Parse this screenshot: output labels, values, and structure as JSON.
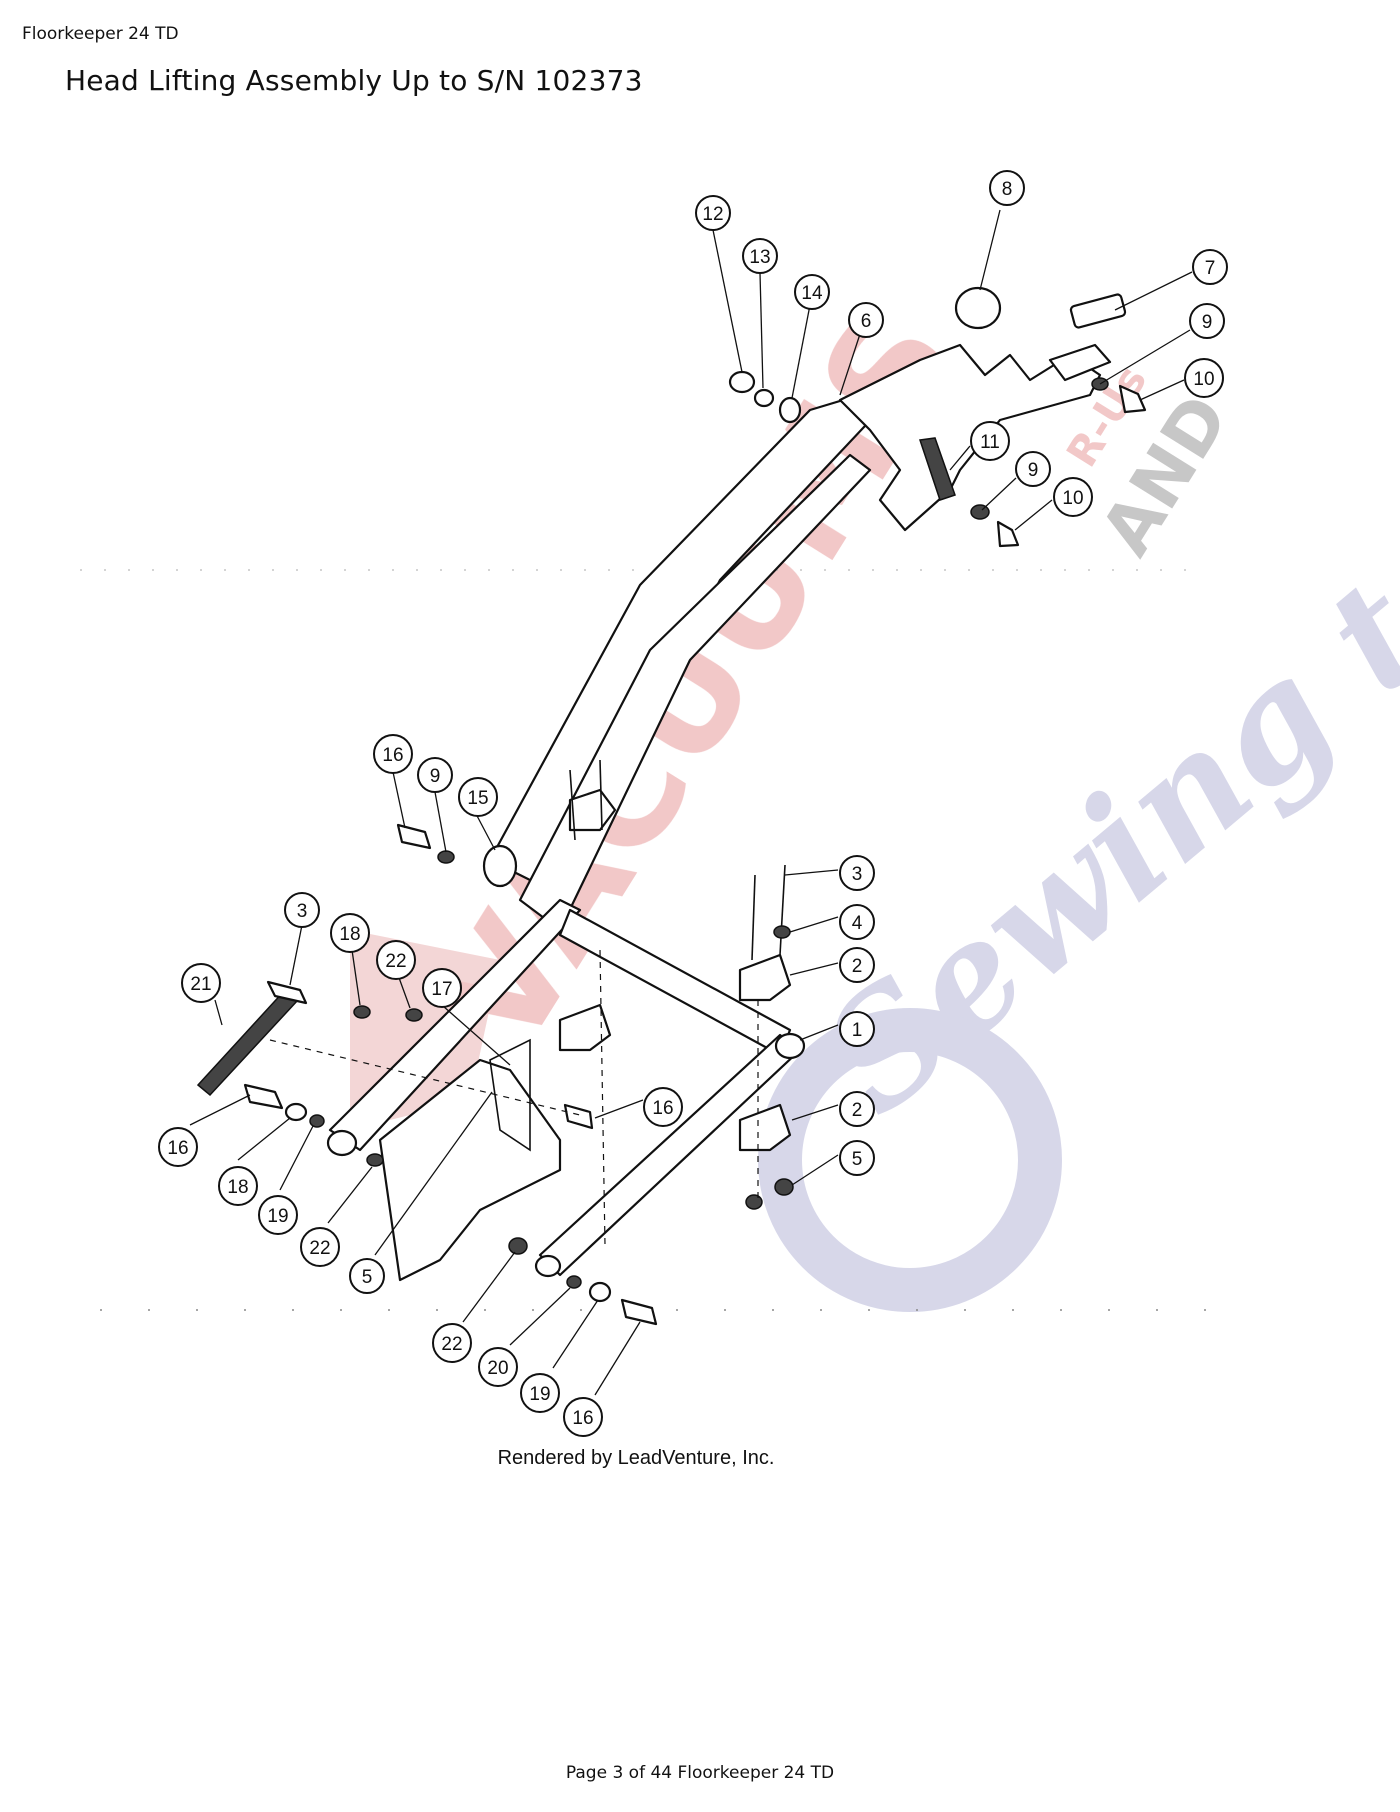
{
  "header": {
    "doc_name": "Floorkeeper 24 TD"
  },
  "title": "Head Lifting Assembly Up to S/N 102373",
  "diagram": {
    "credit": "Rendered by LeadVenture, Inc.",
    "watermark": {
      "main": "VACUUMS",
      "sub": "AND",
      "script": "Sewing too",
      "small": "R-Us"
    },
    "callouts": [
      "1",
      "2",
      "2",
      "3",
      "3",
      "4",
      "5",
      "5",
      "6",
      "7",
      "8",
      "9",
      "9",
      "9",
      "10",
      "10",
      "11",
      "12",
      "13",
      "14",
      "15",
      "16",
      "16",
      "16",
      "16",
      "17",
      "18",
      "18",
      "19",
      "19",
      "20",
      "21",
      "22",
      "22",
      "22"
    ]
  },
  "footer": {
    "page": "Page 3 of 44 Floorkeeper 24 TD"
  },
  "colors": {
    "ink": "#111111",
    "watermark_red": "#e8a3a3",
    "watermark_blue": "#b8b9da",
    "watermark_grey": "#9a9a9a"
  }
}
